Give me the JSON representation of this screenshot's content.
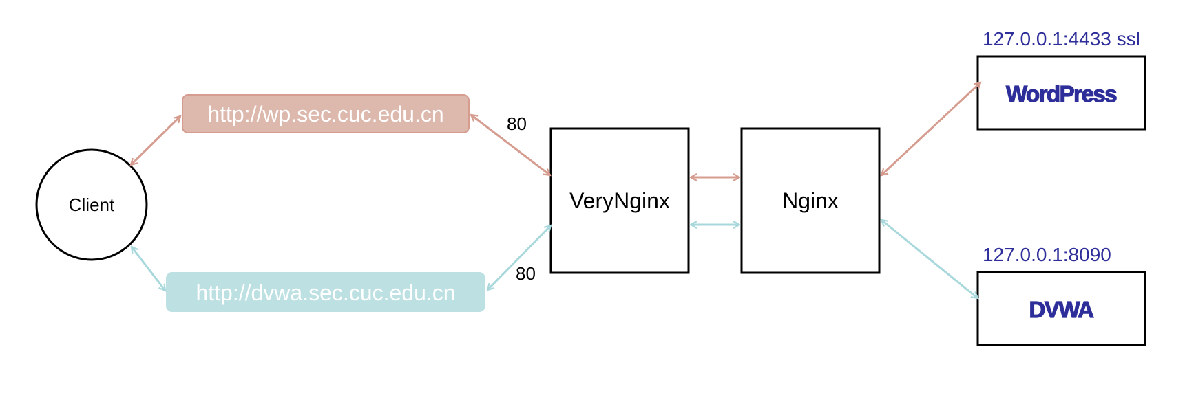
{
  "nodes": {
    "client": {
      "label": "Client"
    },
    "wp_url": {
      "label": "http://wp.sec.cuc.edu.cn"
    },
    "dvwa_url": {
      "label": "http://dvwa.sec.cuc.edu.cn"
    },
    "verynginx": {
      "label": "VeryNginx"
    },
    "nginx": {
      "label": "Nginx"
    },
    "wordpress": {
      "label": "WordPress",
      "address": "127.0.0.1:4433 ssl"
    },
    "dvwa": {
      "label": "DVWA",
      "address": "127.0.0.1:8090"
    }
  },
  "ports": {
    "wp": "80",
    "dvwa": "80"
  },
  "colors": {
    "wp_route": "#d59c8f",
    "wp_box_fill": "#ddb8ad",
    "dvwa_route": "#a8d8dc",
    "dvwa_box_fill": "#bde0e2",
    "address_text": "#2e2e9a",
    "server_text": "#2e2e9a",
    "outline": "#000000",
    "url_text": "#ffffff"
  }
}
